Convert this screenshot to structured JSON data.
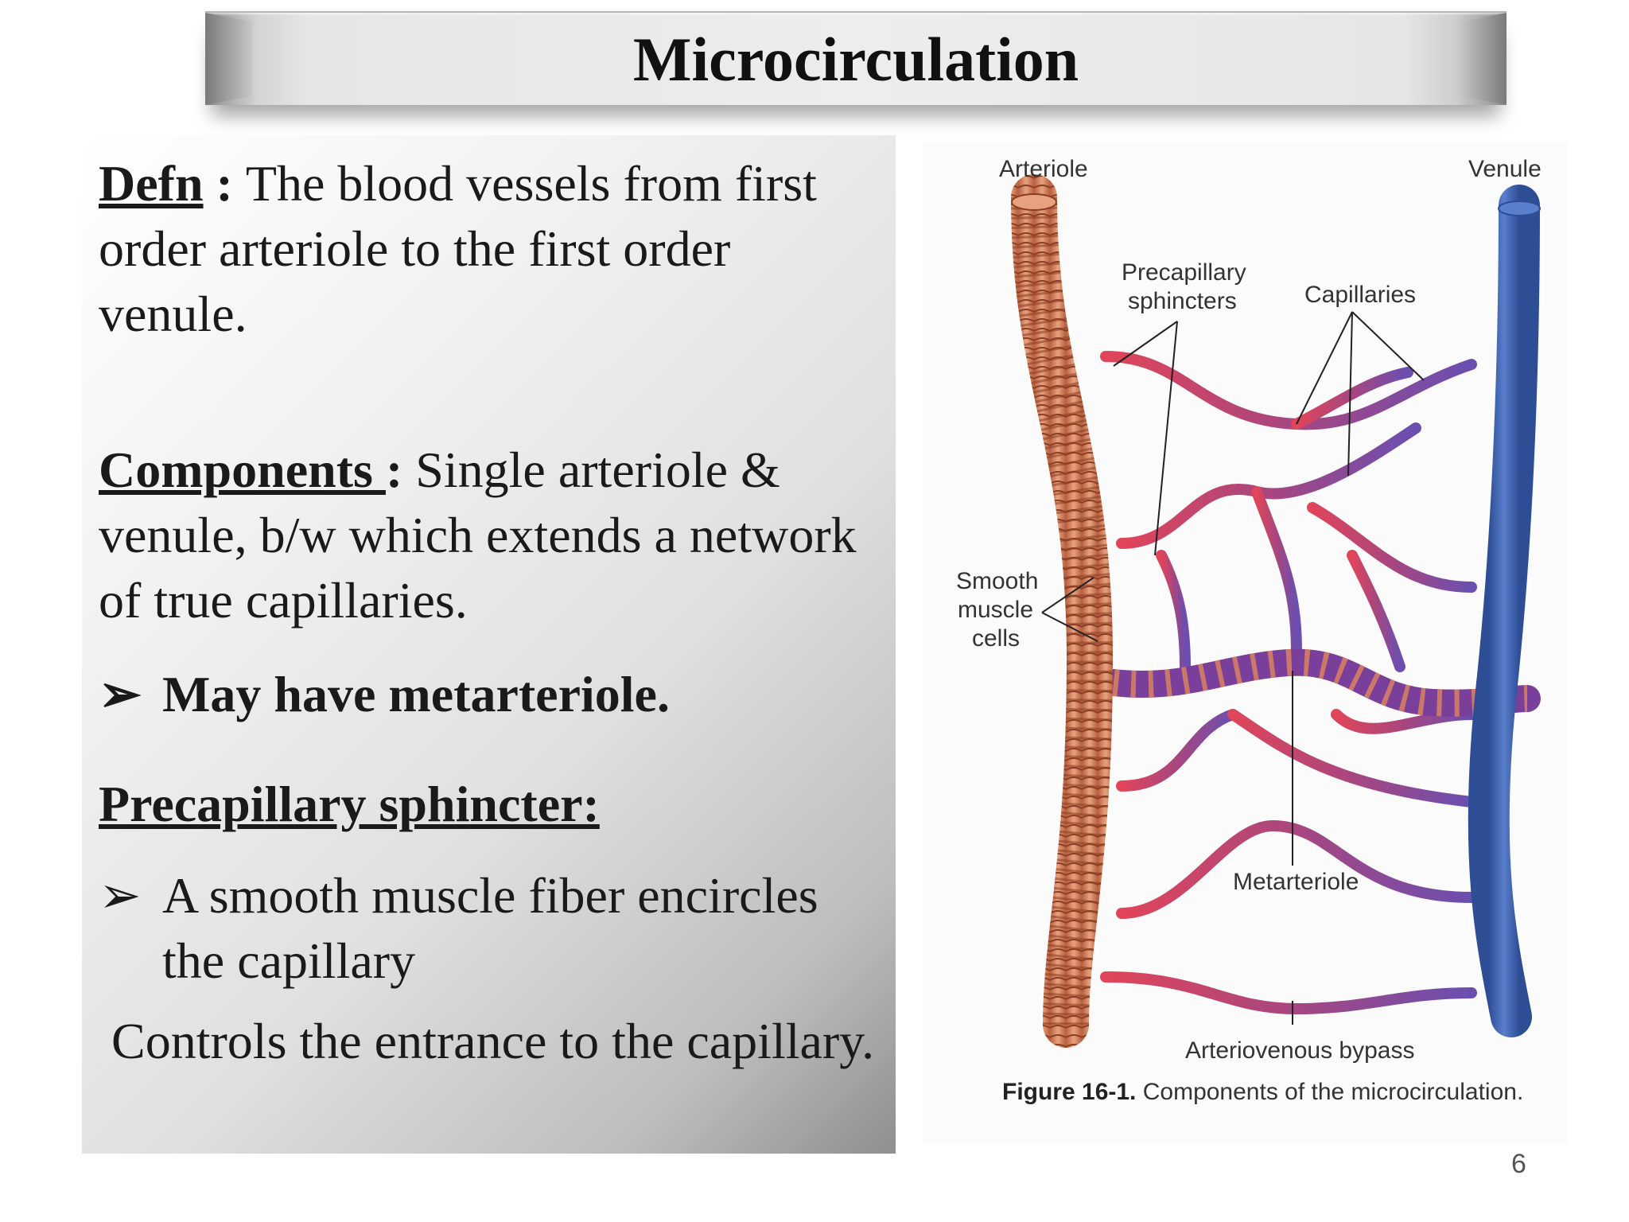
{
  "title": "Microcirculation",
  "definition": {
    "term": "Defn",
    "separator": " : ",
    "text": "The blood vessels from first order arteriole to the first order venule."
  },
  "components": {
    "term": "Components ",
    "separator": ": ",
    "text": "Single arteriole & venule, b/w which extends a network of true capillaries.",
    "bullet": "May have metarteriole."
  },
  "sphincter": {
    "heading": "Precapillary sphincter:",
    "bullet": "A smooth muscle fiber encircles the capillary",
    "text": " Controls the entrance to the capillary."
  },
  "figure": {
    "labels": {
      "arteriole": "Arteriole",
      "venule": "Venule",
      "precap_1": "Precapillary",
      "precap_2": "sphincters",
      "capillaries": "Capillaries",
      "smooth_1": "Smooth",
      "smooth_2": "muscle",
      "smooth_3": "cells",
      "metarteriole": "Metarteriole",
      "bypass": "Arteriovenous bypass"
    },
    "caption_number": "Figure 16-1.",
    "caption_text": " Components of the microcirculation.",
    "colors": {
      "arteriole": "#d9825f",
      "venule": "#3c5fa8",
      "capillary_start": "#e0455a",
      "capillary_end": "#6a4fb0"
    }
  },
  "page_number": "6"
}
